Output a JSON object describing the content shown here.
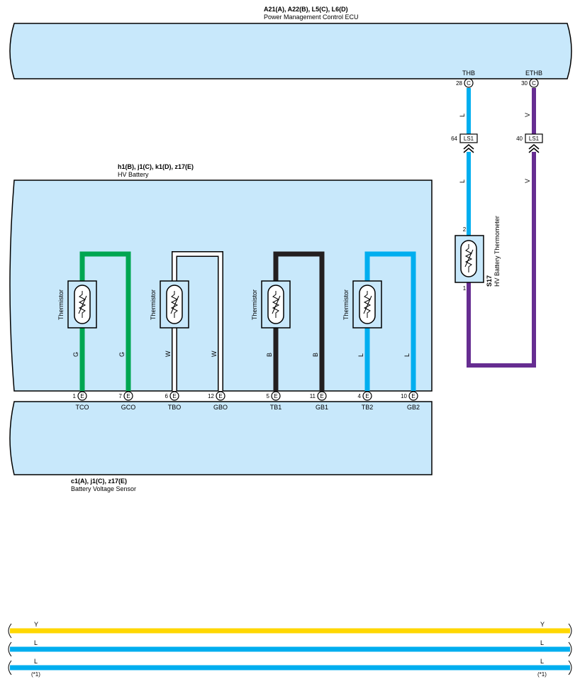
{
  "colors": {
    "component_fill": "#c8e8fb",
    "wire_G": "#00a651",
    "wire_W": "#ffffff",
    "wire_B": "#231f20",
    "wire_L": "#00aeef",
    "wire_V": "#662d91",
    "wire_Y": "#ffd700"
  },
  "ecu": {
    "code": "A21(A), A22(B), L5(C), L6(D)",
    "name": "Power Management Control ECU",
    "pins": [
      {
        "name": "THB",
        "num": "28",
        "conn": "C"
      },
      {
        "name": "ETHB",
        "num": "30",
        "conn": "C"
      }
    ]
  },
  "connector_ls1": [
    {
      "num": "64",
      "label": "LS1"
    },
    {
      "num": "40",
      "label": "LS1"
    }
  ],
  "wire_colors": {
    "thb": [
      "L",
      "L"
    ],
    "ethb": [
      "V",
      "V"
    ]
  },
  "sensor": {
    "code": "S17",
    "name": "HV Battery Thermometer",
    "pin_top": "2",
    "pin_bottom": "1"
  },
  "hv_battery": {
    "code": "h1(B), j1(C), k1(D), z17(E)",
    "name": "HV Battery",
    "thermistor_label": "Thermistor",
    "thermistors": [
      {
        "left_wire": "G",
        "right_wire": "G"
      },
      {
        "left_wire": "W",
        "right_wire": "W"
      },
      {
        "left_wire": "B",
        "right_wire": "B"
      },
      {
        "left_wire": "L",
        "right_wire": "L"
      }
    ]
  },
  "bvs": {
    "code": "c1(A), j1(C), z17(E)",
    "name": "Battery Voltage Sensor",
    "pins": [
      {
        "num": "1",
        "conn": "E",
        "name": "TCO"
      },
      {
        "num": "7",
        "conn": "E",
        "name": "GCO"
      },
      {
        "num": "6",
        "conn": "E",
        "name": "TBO"
      },
      {
        "num": "12",
        "conn": "E",
        "name": "GBO"
      },
      {
        "num": "5",
        "conn": "E",
        "name": "TB1"
      },
      {
        "num": "11",
        "conn": "E",
        "name": "GB1"
      },
      {
        "num": "4",
        "conn": "E",
        "name": "TB2"
      },
      {
        "num": "10",
        "conn": "E",
        "name": "GB2"
      }
    ]
  },
  "bottom_wires": [
    {
      "color_code": "Y",
      "left": "Y",
      "right": "Y"
    },
    {
      "color_code": "L",
      "left": "L",
      "right": "L"
    },
    {
      "color_code": "L",
      "left": "L",
      "right": "L"
    }
  ],
  "footnote": {
    "left": "(*1)",
    "right": "(*1)"
  }
}
